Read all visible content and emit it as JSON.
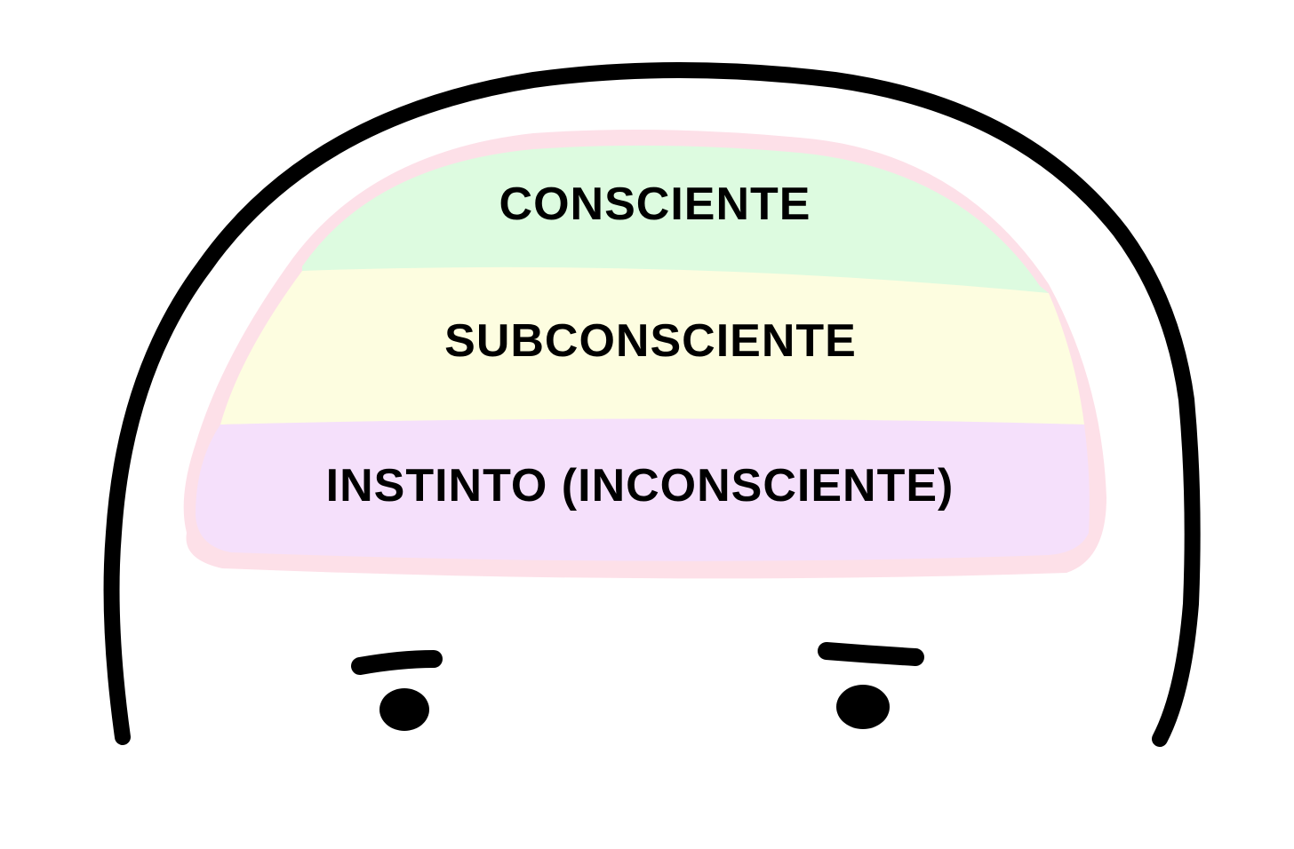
{
  "diagram": {
    "layers": [
      {
        "label": "CONSCIENTE",
        "color": "#ddfbe0"
      },
      {
        "label": "SUBCONSCIENTE",
        "color": "#fdfde0"
      },
      {
        "label": "INSTINTO (INCONSCIENTE)",
        "color": "#f5e0fb"
      }
    ],
    "brain_outline_color": "#fde0e8",
    "head_outline_color": "#000000"
  }
}
